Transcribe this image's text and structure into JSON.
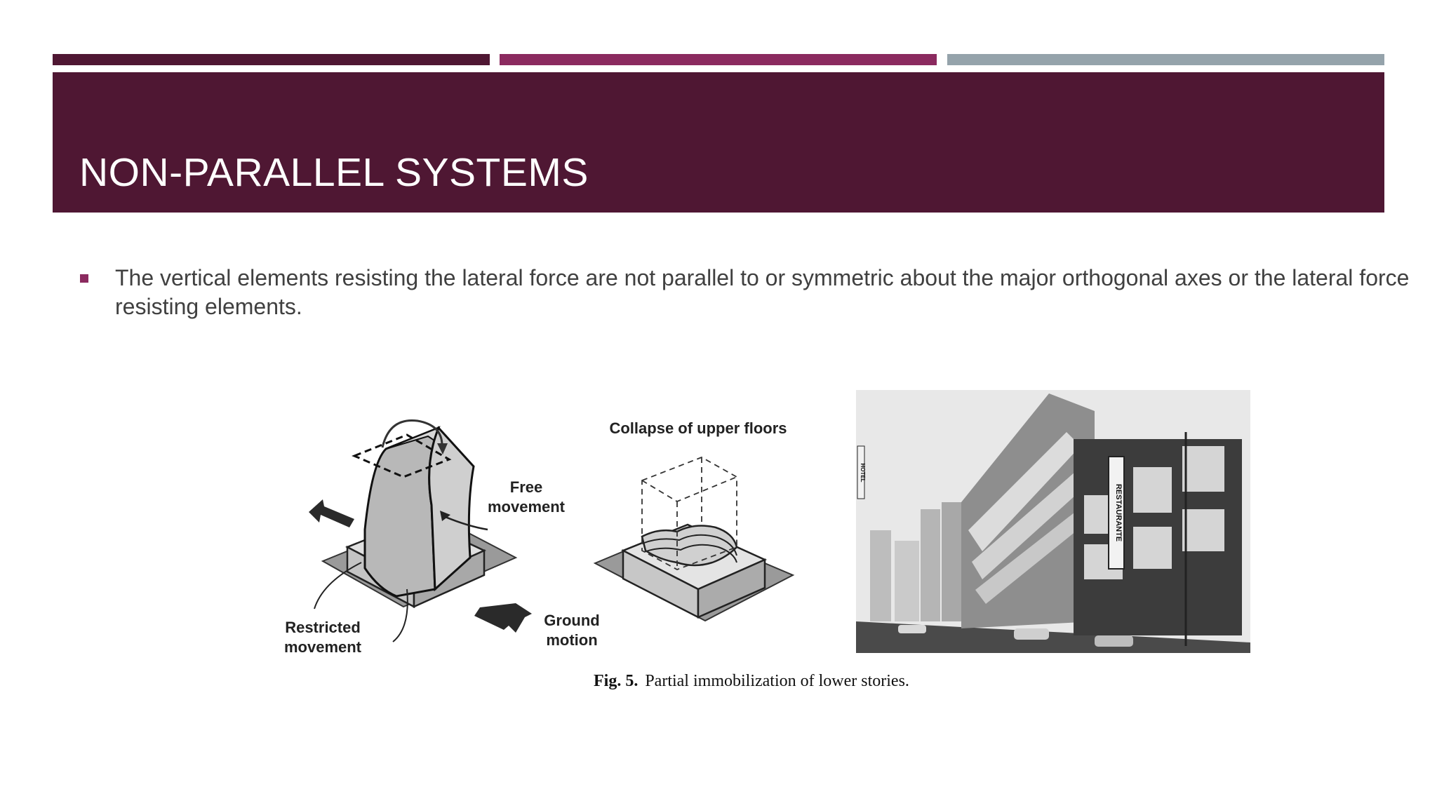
{
  "slide": {
    "title": "NON-PARALLEL SYSTEMS",
    "bullets": [
      "The vertical elements resisting the lateral force are not parallel to or symmetric about the major orthogonal axes or the lateral force resisting elements."
    ]
  },
  "figure": {
    "labels": {
      "collapse": "Collapse of upper floors",
      "free_line1": "Free",
      "free_line2": "movement",
      "restricted_line1": "Restricted",
      "restricted_line2": "movement",
      "ground_line1": "Ground",
      "ground_line2": "motion"
    },
    "photo_sign_text": "RESTAURANTE",
    "photo_side_sign": "HOTEL",
    "caption_number": "Fig. 5.",
    "caption_text": "Partial immobilization of lower stories."
  },
  "colors": {
    "title_bar": "#4f1733",
    "stripe_1": "#4f1733",
    "stripe_2": "#8b2a5f",
    "stripe_3": "#95a3ab",
    "bullet_marker": "#8b2a5f",
    "body_text": "#404040"
  }
}
